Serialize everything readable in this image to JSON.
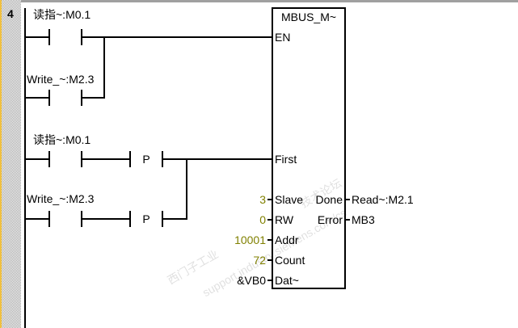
{
  "network": {
    "number": "4"
  },
  "contacts": [
    {
      "label": "读指~:M0.1"
    },
    {
      "label": "Write_~:M2.3"
    },
    {
      "label": "读指~:M0.1",
      "edge": "P"
    },
    {
      "label": "Write_~:M2.3",
      "edge": "P"
    }
  ],
  "block": {
    "title": "MBUS_M~",
    "inputs": [
      {
        "pin": "EN"
      },
      {
        "pin": "First"
      },
      {
        "pin": "Slave",
        "value": "3"
      },
      {
        "pin": "RW",
        "value": "0"
      },
      {
        "pin": "Addr",
        "value": "10001"
      },
      {
        "pin": "Count",
        "value": "72"
      },
      {
        "pin": "Dat~",
        "value": "&VB0"
      }
    ],
    "outputs": [
      {
        "pin": "Done",
        "value": "Read~:M2.1"
      },
      {
        "pin": "Error",
        "value": "MB3"
      }
    ]
  },
  "watermark": {
    "cn": "西门子工业",
    "url": "support.industry.siemens.com/cs",
    "extra": "技术论坛"
  },
  "colors": {
    "const": "#808000",
    "gutter": "#c0c0c0",
    "accent": "#f0c040"
  }
}
